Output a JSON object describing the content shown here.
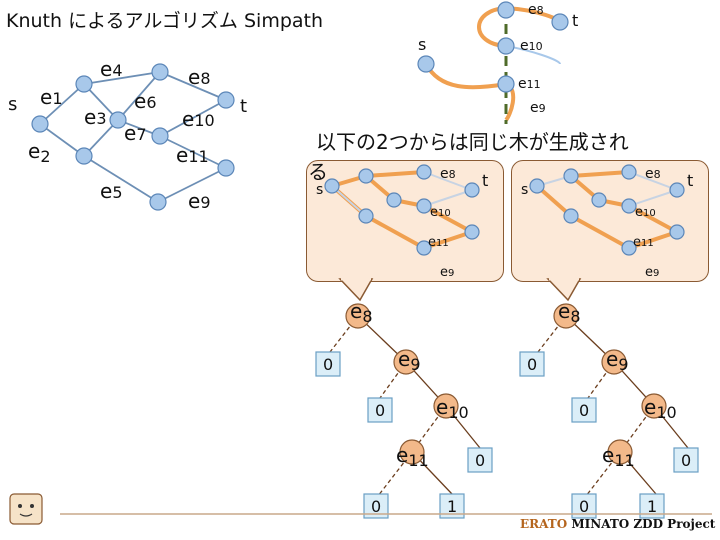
{
  "title": "Knuth によるアルゴリズム Simpath",
  "banner": {
    "line1": "以下の2つからは同じ木が生成され",
    "line2": "る"
  },
  "graph_labels": {
    "s": "s",
    "t": "t",
    "e1": "e",
    "e1sub": "1",
    "e2": "e",
    "e2sub": "2",
    "e3": "e",
    "e3sub": "3",
    "e4": "e",
    "e4sub": "4",
    "e5": "e",
    "e5sub": "5",
    "e6": "e",
    "e6sub": "6",
    "e7": "e",
    "e7sub": "7",
    "e8": "e",
    "e8sub": "8",
    "e9": "e",
    "e9sub": "9",
    "e10": "e",
    "e10sub": "10",
    "e11": "e",
    "e11sub": "11"
  },
  "tree_labels": {
    "e8": "e",
    "e8sub": "8",
    "e9": "e",
    "e9sub": "9",
    "e10": "e",
    "e10sub": "10",
    "e11": "e",
    "e11sub": "11",
    "zero": "0",
    "one": "1"
  },
  "colors": {
    "node": "#a8c8ea",
    "node_stroke": "#5b86b8",
    "edge": "#6d8fb5",
    "path": "#f0a050",
    "zdd_node": "#f3b98a",
    "callout": "#fce9d8",
    "dash_green": "#4f6b2a"
  },
  "footer": {
    "brand": "ERATO",
    "project": "MINATO ZDD Project"
  }
}
